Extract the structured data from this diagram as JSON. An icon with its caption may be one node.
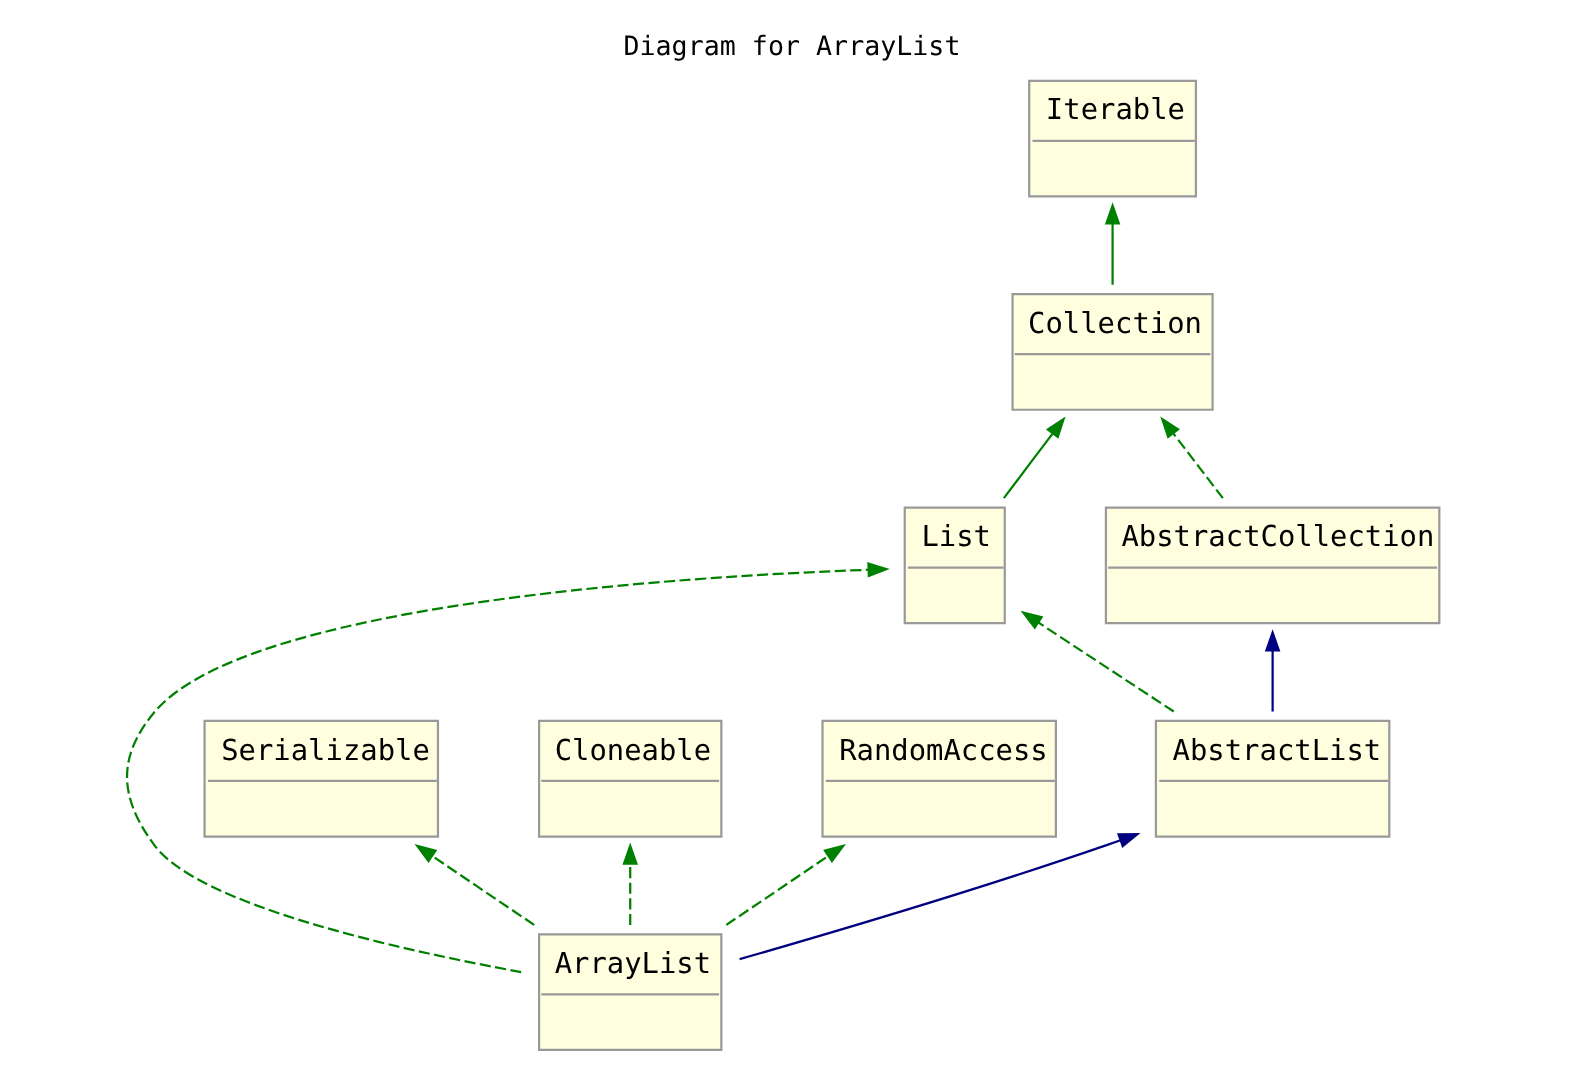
{
  "diagram": {
    "title": "Diagram for ArrayList",
    "nodes": [
      {
        "text": [
          "Iterable"
        ]
      },
      {
        "text": [
          "Collection"
        ]
      },
      {
        "text": [
          "AbstractCollection"
        ]
      },
      {
        "text": [
          "List"
        ]
      },
      {
        "text": [
          "Serializable"
        ]
      },
      {
        "text": [
          "Cloneable"
        ]
      },
      {
        "text": [
          "RandomAccess"
        ]
      },
      {
        "text": [
          "AbstractList"
        ]
      },
      {
        "text": [
          "ArrayList"
        ]
      }
    ],
    "edges": [
      {
        "from": 1,
        "to": 0,
        "arrow": "to"
      },
      {
        "from": 2,
        "to": 1,
        "arrow": "to",
        "style": "dashed"
      },
      {
        "from": 3,
        "to": 1,
        "arrow": "to"
      },
      {
        "from": 7,
        "to": 2,
        "arrow": "to",
        "color": "#000080"
      },
      {
        "from": 7,
        "to": 3,
        "arrow": "to",
        "style": "dashed"
      },
      {
        "from": 8,
        "to": 4,
        "arrow": "to",
        "style": "dashed"
      },
      {
        "from": 8,
        "to": 5,
        "arrow": "to",
        "style": "dashed"
      },
      {
        "from": 8,
        "to": 6,
        "arrow": "to",
        "style": "dashed"
      },
      {
        "from": 8,
        "to": 7,
        "arrow": "to",
        "color": "#000080"
      },
      {
        "from": 8,
        "to": 3,
        "arrow": "to",
        "style": "dashed"
      }
    ]
  }
}
